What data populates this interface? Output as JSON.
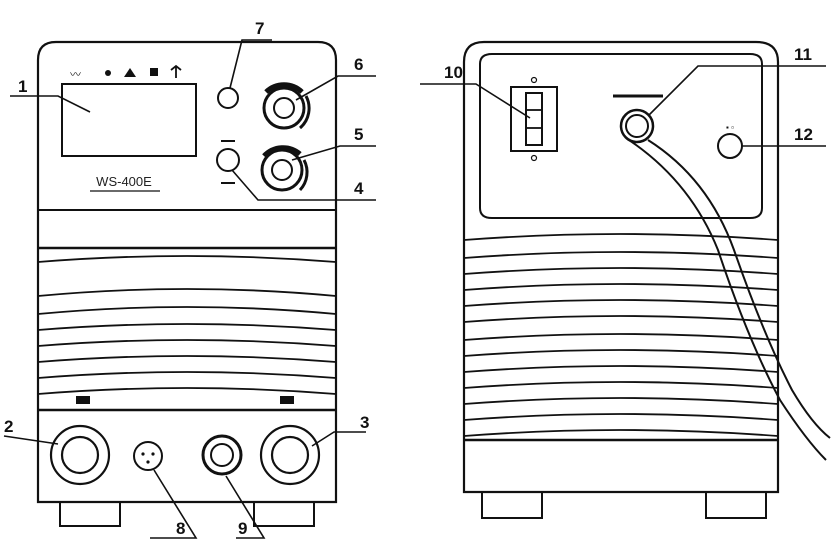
{
  "front": {
    "model_label": "WS-400E",
    "display_icons": [
      "wave-icon",
      "dot-icon",
      "triangle-icon",
      "square-icon",
      "arrow-icon"
    ],
    "socket_left_mark": "",
    "socket_right_mark": ""
  },
  "callouts": [
    "1",
    "2",
    "3",
    "4",
    "5",
    "6",
    "7",
    "8",
    "9",
    "10",
    "11",
    "12"
  ],
  "colors": {
    "line": "#111111",
    "background": "#ffffff"
  }
}
